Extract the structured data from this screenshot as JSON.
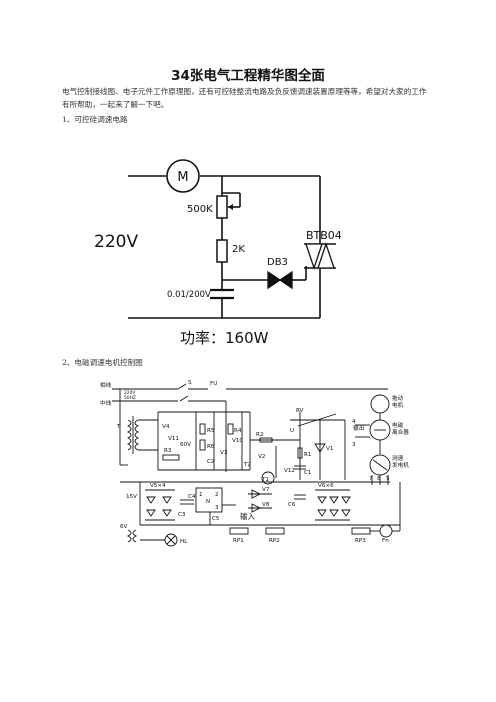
{
  "document": {
    "title": "34张电气工程精华图全面",
    "intro": "电气控制接线图、电子元件工作原理图，还有可控硅整流电路及负反馈调速装置原理等等，希望对大家的工作有所帮助，一起来了解一下吧。",
    "section1": {
      "heading": "1、可控硅调速电路",
      "labels": {
        "motor": "M",
        "pot": "500K",
        "supply": "220V",
        "res": "2K",
        "diac": "DB3",
        "triac": "BTB04",
        "cap": "0.01/200V",
        "power": "功率：160W"
      }
    },
    "section2": {
      "heading": "2、电磁调速电机控制图",
      "labels": {
        "phase": "相线",
        "neutral": "中线",
        "volt": "220V",
        "hz": "50HZ",
        "switch": "S",
        "fuse": "FU",
        "t": "T",
        "r3": "R3",
        "r4": "R4",
        "r5": "R5",
        "r6": "R6",
        "c2": "C2",
        "r2": "R2",
        "r1": "R1",
        "c1": "C1",
        "v1": "V1",
        "v2": "V2",
        "v3": "V3",
        "v4": "V4",
        "v10": "V10",
        "v11": "V11",
        "v12": "V12",
        "t1": "T1",
        "t2": "T2",
        "v60": "60V",
        "rv": "RV",
        "u": "U",
        "drive_motor_1": "拖动",
        "drive_motor_2": "电机",
        "clutch_1": "电磁",
        "clutch_2": "离合器",
        "tacho_1": "测速",
        "tacho_2": "发电机",
        "out_1": "输",
        "out_2": "出",
        "v15": "15V",
        "v5x4": "V5×4",
        "c3": "C3",
        "c4": "C4",
        "n": "N",
        "c5": "C5",
        "v7": "V7",
        "v8": "V8",
        "input": "输入",
        "v6x6": "V6×6",
        "c6": "C6",
        "rp1": "RP1",
        "rp2": "RP2",
        "rp3": "RP3",
        "fn": "Fn",
        "hl": "HL",
        "v6": "6V",
        "n4": "4",
        "n3": "3",
        "n7": "7",
        "n8": "8",
        "n5": "5",
        "n1": "1",
        "n2": "2",
        "n3b": "3"
      }
    }
  }
}
